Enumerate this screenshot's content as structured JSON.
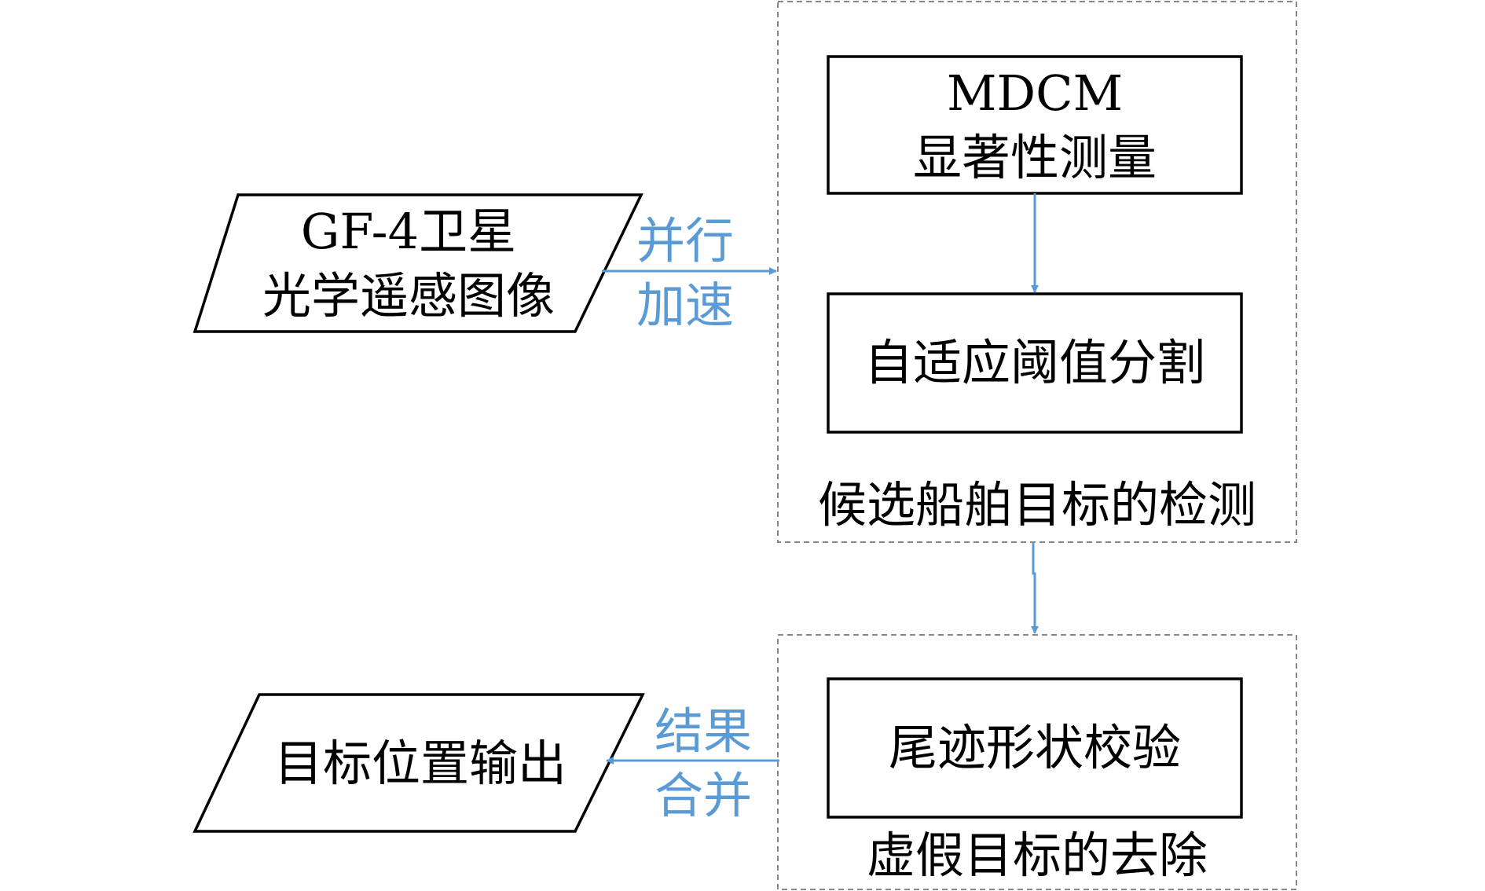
{
  "colors": {
    "arrow": "#5b9bd5",
    "box_border": "#000000",
    "group_border": "#888888",
    "text": "#000000",
    "edge_label": "#5b9bd5"
  },
  "input": {
    "line1": "GF-4卫星",
    "line2": "光学遥感图像"
  },
  "edge_parallel": {
    "line1": "并行",
    "line2": "加速"
  },
  "detection_group": {
    "caption": "候选船舶目标的检测",
    "saliency_box": {
      "line1": "MDCM",
      "line2": "显著性测量"
    },
    "threshold_box": "自适应阈值分割"
  },
  "removal_group": {
    "caption": "虚假目标的去除",
    "wake_box": "尾迹形状校验"
  },
  "edge_merge": {
    "line1": "结果",
    "line2": "合并"
  },
  "output": {
    "label": "目标位置输出"
  }
}
